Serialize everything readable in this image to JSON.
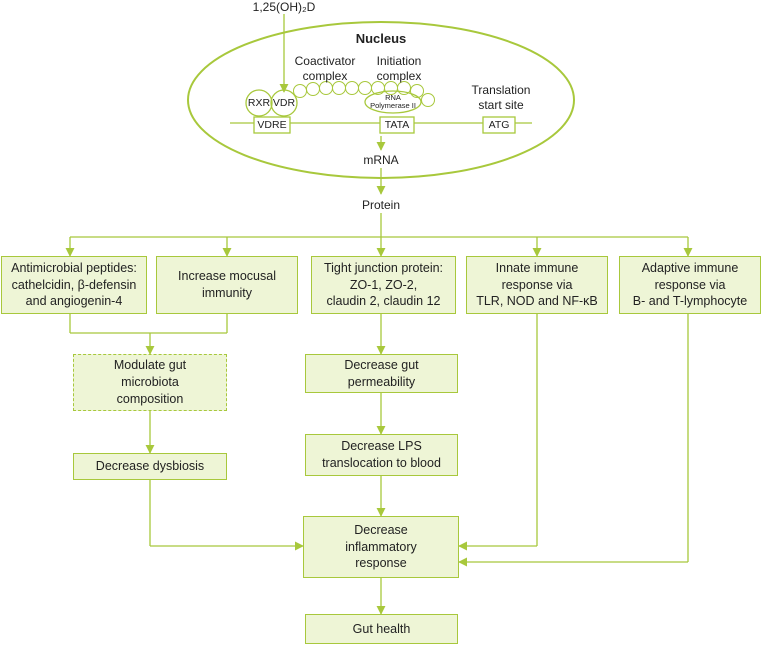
{
  "nucleus": {
    "ligand": "1,25(OH)₂D",
    "title": "Nucleus",
    "coactivator": "Coactivator\ncomplex",
    "initiation": "Initiation\ncomplex",
    "translation": "Translation\nstart site",
    "rxr": "RXR",
    "vdr": "VDR",
    "rna_pol": "RNA\nPolymerase II",
    "vdre": "VDRE",
    "tata": "TATA",
    "atg": "ATG"
  },
  "mrna": "mRNA",
  "protein": "Protein",
  "boxes": {
    "antimicrobial": "Antimicrobial peptides:\ncathelcidin, β-defensin\nand angiogenin-4",
    "mucosal": "Increase mocusal\nimmunity",
    "tight": "Tight junction protein:\nZO-1, ZO-2,\nclaudin 2, claudin 12",
    "innate": "Innate immune\nresponse via\nTLR, NOD and NF-κB",
    "adaptive": "Adaptive immune\nresponse via\nB- and T-lymphocyte",
    "microbiota": "Modulate gut\nmicrobiota\ncomposition",
    "permeability": "Decrease gut\npermeability",
    "dysbiosis": "Decrease dysbiosis",
    "lps": "Decrease LPS\ntranslocation to blood",
    "inflammatory": "Decrease\ninflammatory\nresponse",
    "gut_health": "Gut health"
  },
  "colors": {
    "line": "#a8c83c",
    "fill": "#eef5d6"
  }
}
